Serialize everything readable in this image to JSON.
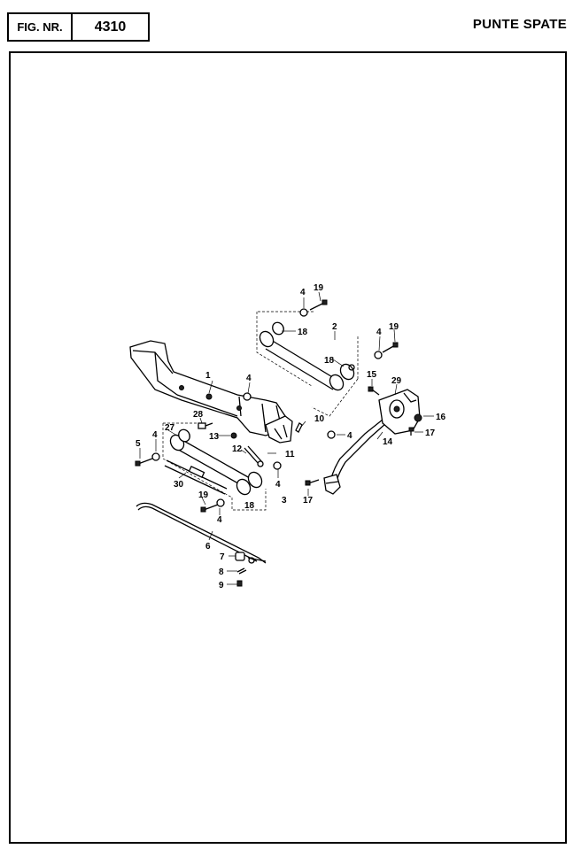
{
  "header": {
    "fig_label": "FIG. NR.",
    "fig_number": "4310",
    "title": "PUNTE SPATE"
  },
  "callouts": [
    "1",
    "2",
    "3",
    "4",
    "5",
    "6",
    "7",
    "8",
    "9",
    "10",
    "11",
    "12",
    "13",
    "14",
    "15",
    "16",
    "17",
    "18",
    "19",
    "27",
    "28",
    "29",
    "30"
  ]
}
